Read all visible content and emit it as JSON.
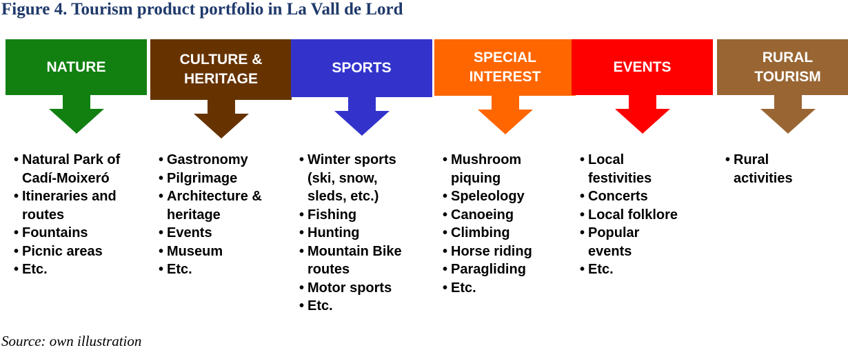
{
  "figure": {
    "title": "Figure 4. Tourism product portfolio in La Vall de Lord",
    "source": "Source: own illustration"
  },
  "bullet": "•",
  "categories": [
    {
      "id": "nature",
      "label_lines": [
        "NATURE"
      ],
      "color": "#118011",
      "items": [
        [
          "Natural Park of",
          "Cadí-Moixeró"
        ],
        [
          "Itineraries and",
          "routes"
        ],
        [
          "Fountains"
        ],
        [
          "Picnic areas"
        ],
        [
          "Etc."
        ]
      ]
    },
    {
      "id": "culture-heritage",
      "label_lines": [
        "CULTURE &",
        "HERITAGE"
      ],
      "color": "#663300",
      "items": [
        [
          "Gastronomy"
        ],
        [
          "Pilgrimage"
        ],
        [
          "Architecture &",
          "heritage"
        ],
        [
          "Events"
        ],
        [
          "Museum"
        ],
        [
          "Etc."
        ]
      ]
    },
    {
      "id": "sports",
      "label_lines": [
        "SPORTS"
      ],
      "color": "#3333cc",
      "items": [
        [
          "Winter sports",
          "(ski, snow,",
          "sleds, etc.)"
        ],
        [
          "Fishing"
        ],
        [
          "Hunting"
        ],
        [
          "Mountain Bike",
          "routes"
        ],
        [
          "Motor sports"
        ],
        [
          "Etc."
        ]
      ]
    },
    {
      "id": "special-interest",
      "label_lines": [
        "SPECIAL",
        "INTEREST"
      ],
      "color": "#ff6600",
      "items": [
        [
          "Mushroom",
          "piquing"
        ],
        [
          "Speleology"
        ],
        [
          "Canoeing"
        ],
        [
          "Climbing"
        ],
        [
          "Horse riding"
        ],
        [
          "Paragliding"
        ],
        [
          "Etc."
        ]
      ]
    },
    {
      "id": "events",
      "label_lines": [
        "EVENTS"
      ],
      "color": "#ff0000",
      "items": [
        [
          "Local",
          "festivities"
        ],
        [
          "Concerts"
        ],
        [
          "Local folklore"
        ],
        [
          "Popular",
          "events"
        ],
        [
          "Etc."
        ]
      ]
    },
    {
      "id": "rural-tourism",
      "label_lines": [
        "RURAL",
        "TOURISM"
      ],
      "color": "#996633",
      "items": [
        [
          "Rural",
          "activities"
        ]
      ]
    }
  ]
}
